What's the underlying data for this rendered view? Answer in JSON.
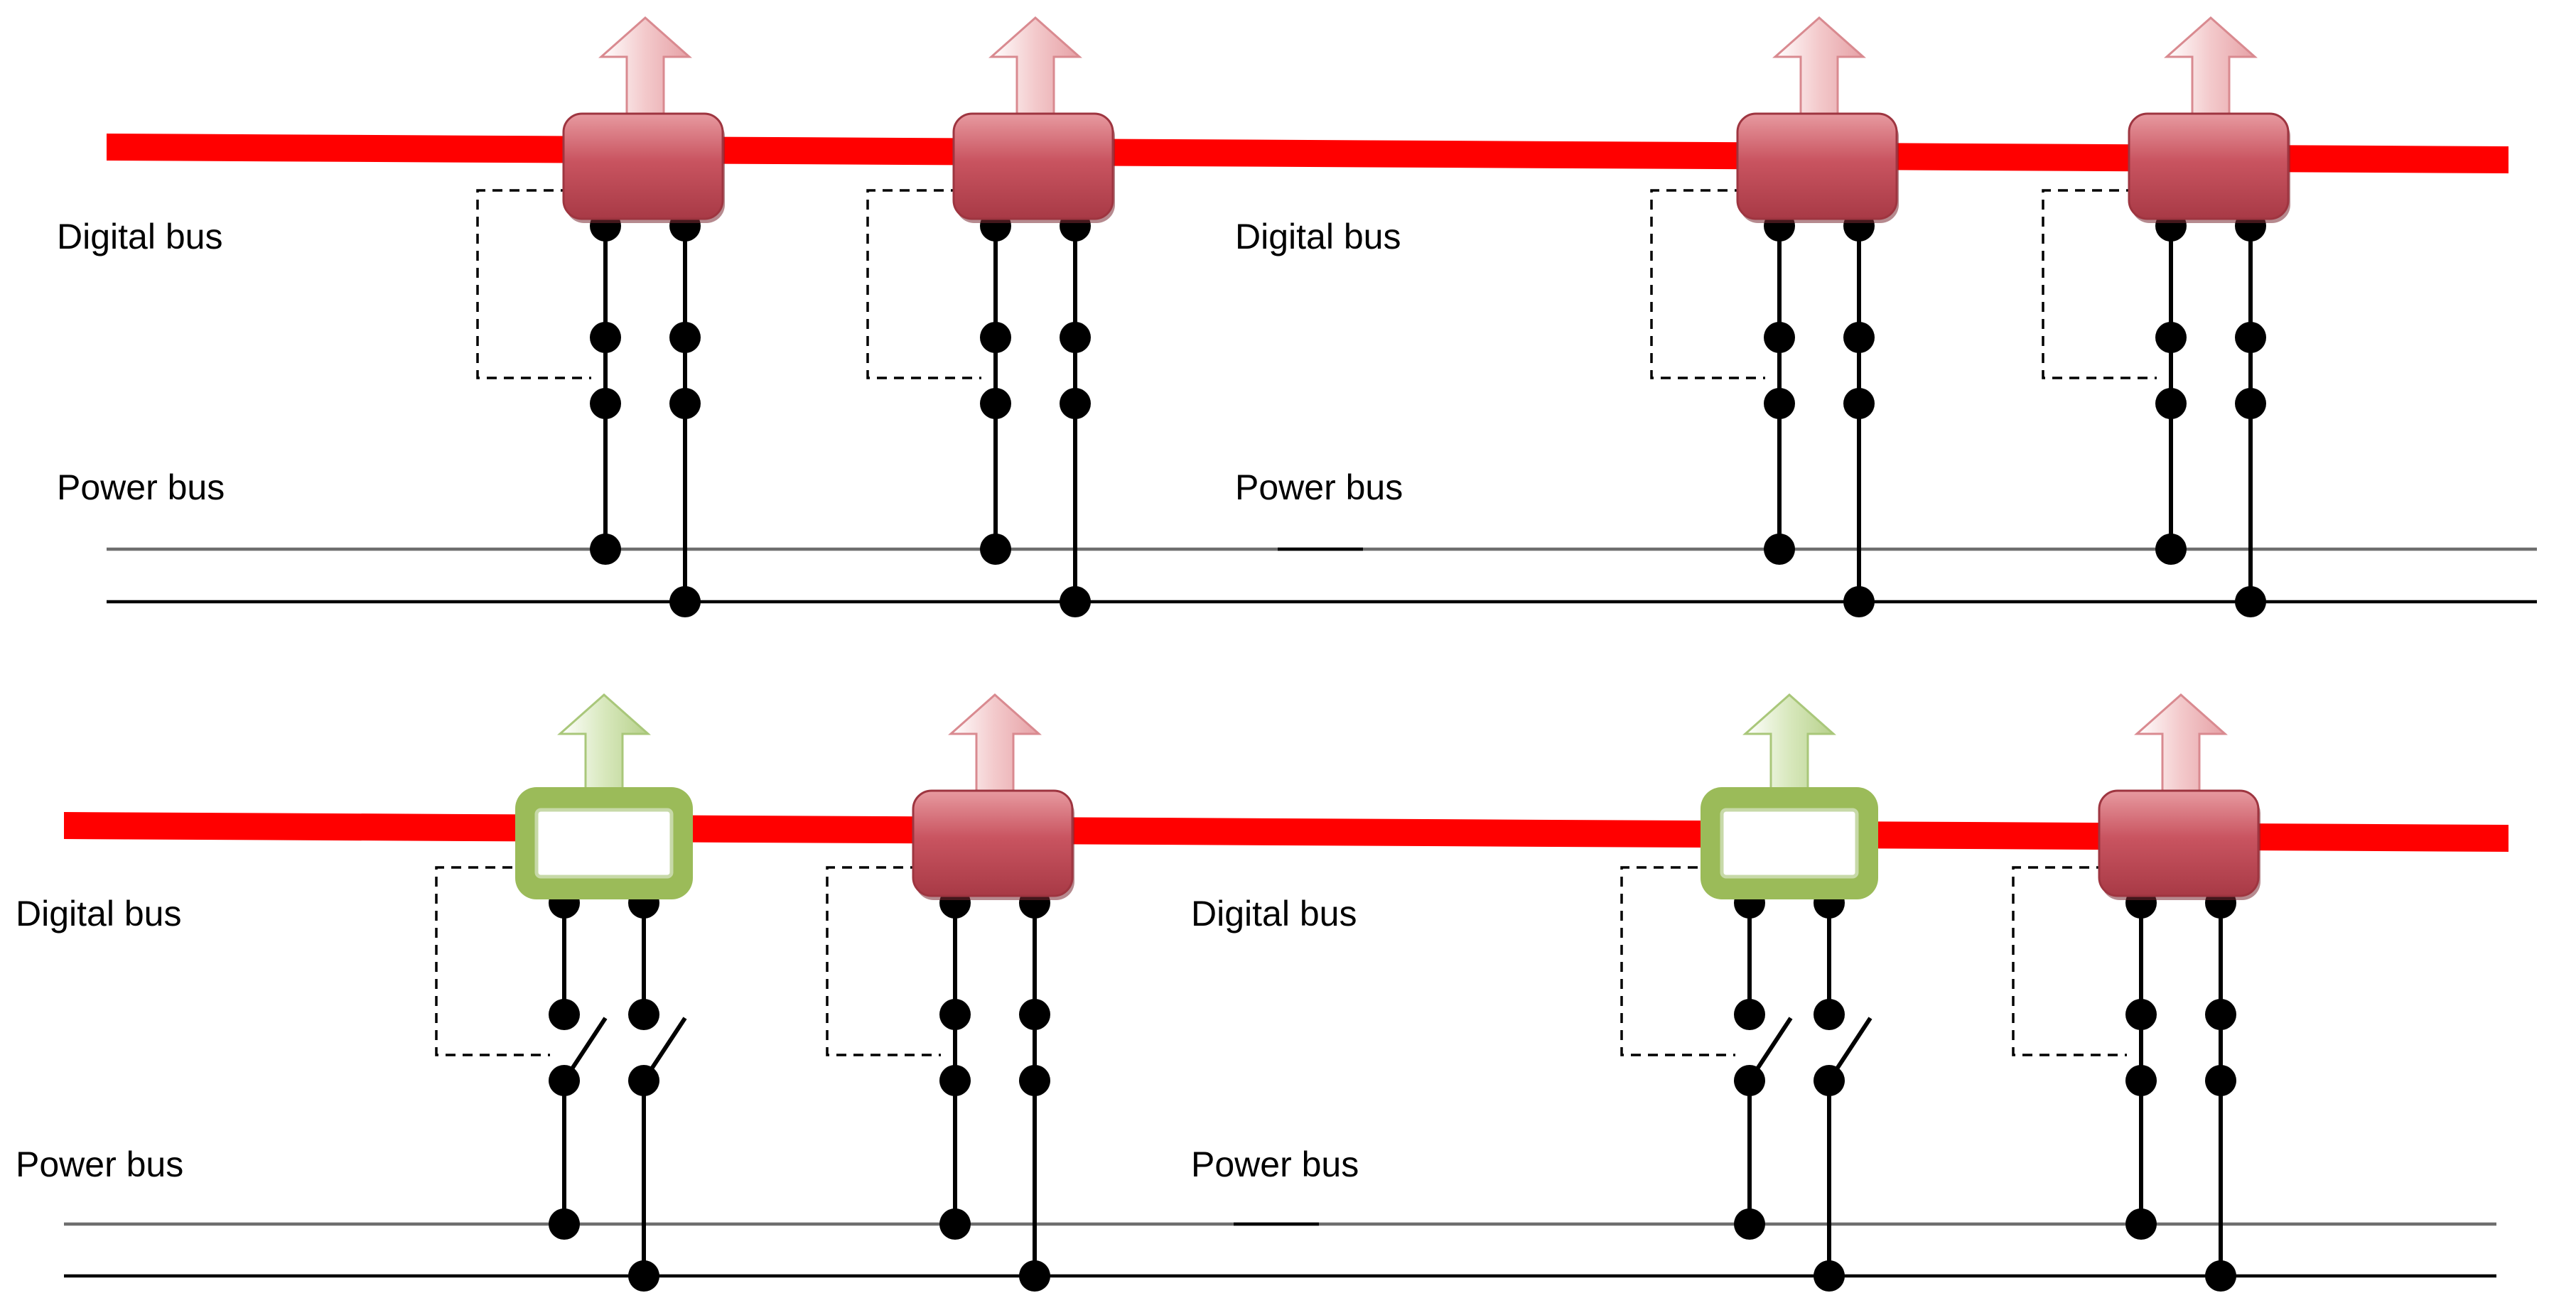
{
  "labels": {
    "digital_bus": "Digital bus",
    "power_bus": "Power bus"
  },
  "colors": {
    "digital_bus_line": "#ff0000",
    "active_module": "#c45560",
    "bypass_module": "#9bbb59",
    "power_bus": "#6e6e6e",
    "ground_bus": "#000000"
  },
  "panels": [
    {
      "modules": [
        {
          "state": "active",
          "switch": "closed"
        },
        {
          "state": "active",
          "switch": "closed"
        },
        {
          "state": "active",
          "switch": "closed"
        },
        {
          "state": "active",
          "switch": "closed"
        }
      ]
    },
    {
      "modules": [
        {
          "state": "bypassed",
          "switch": "open"
        },
        {
          "state": "active",
          "switch": "closed"
        },
        {
          "state": "bypassed",
          "switch": "open"
        },
        {
          "state": "active",
          "switch": "closed"
        }
      ]
    }
  ]
}
